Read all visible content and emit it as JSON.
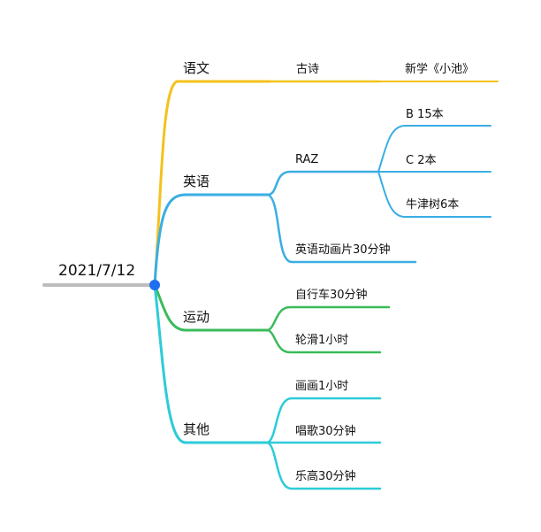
{
  "root": {
    "label": "2021/7/12"
  },
  "colors": {
    "root_line": "#bdbdbd",
    "root_dot": "#1e6ff0",
    "chinese": "#f4c21c",
    "english": "#3aaee3",
    "sport": "#3bbb5a",
    "other": "#2dcbd8"
  },
  "branches": {
    "chinese": {
      "label": "语文",
      "child": {
        "label": "古诗",
        "child": {
          "label": "新学《小池》"
        }
      }
    },
    "english": {
      "label": "英语",
      "raz": {
        "label": "RAZ",
        "children": [
          {
            "label": "B 15本"
          },
          {
            "label": "C 2本"
          },
          {
            "label": "牛津树6本"
          }
        ]
      },
      "cartoon": {
        "label": "英语动画片30分钟"
      }
    },
    "sport": {
      "label": "运动",
      "children": [
        {
          "label": "自行车30分钟"
        },
        {
          "label": "轮滑1小时"
        }
      ]
    },
    "other": {
      "label": "其他",
      "children": [
        {
          "label": "画画1小时"
        },
        {
          "label": "唱歌30分钟"
        },
        {
          "label": "乐高30分钟"
        }
      ]
    }
  }
}
